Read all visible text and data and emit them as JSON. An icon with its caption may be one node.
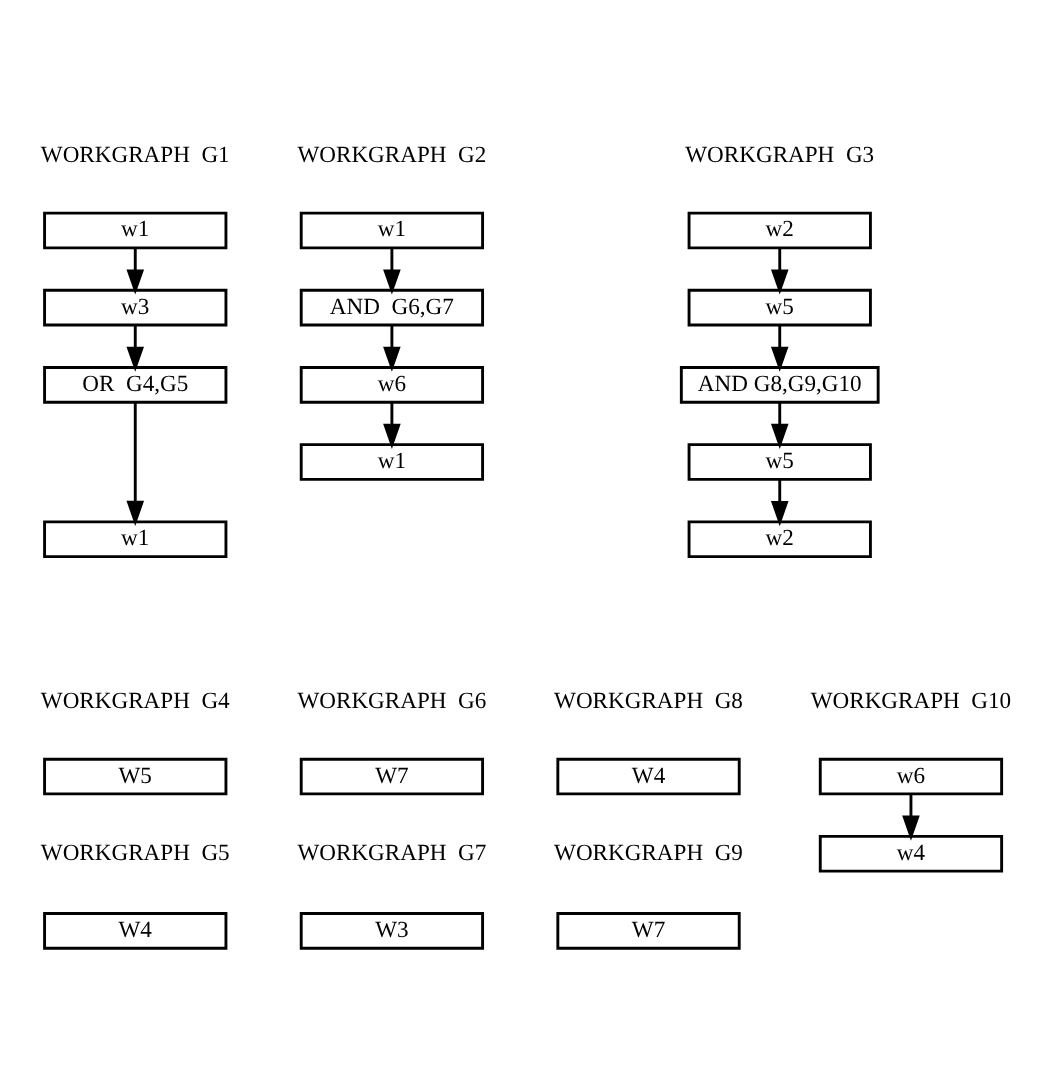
{
  "diagram": {
    "nodes": [
      {
        "text": [
          "w1"
        ]
      },
      {
        "text": [
          "w3"
        ]
      },
      {
        "text": [
          "OR  G4,G5"
        ]
      },
      {
        "text": [
          "w1"
        ]
      },
      {
        "text": [
          "w1"
        ]
      },
      {
        "text": [
          "AND  G6,G7"
        ]
      },
      {
        "text": [
          "w6"
        ]
      },
      {
        "text": [
          "w1"
        ]
      },
      {
        "text": [
          "w2"
        ]
      },
      {
        "text": [
          "w5"
        ]
      },
      {
        "text": [
          "AND G8,G9,G10"
        ]
      },
      {
        "text": [
          "w5"
        ]
      },
      {
        "text": [
          "w2"
        ]
      },
      {
        "text": [
          "W5"
        ]
      },
      {
        "text": [
          "W7"
        ]
      },
      {
        "text": [
          "W4"
        ]
      },
      {
        "text": [
          "w6"
        ]
      },
      {
        "text": [
          "w4"
        ]
      },
      {
        "text": [
          "W4"
        ]
      },
      {
        "text": [
          "W3"
        ]
      },
      {
        "text": [
          "W7"
        ]
      }
    ],
    "edges": [
      {
        "from": 0,
        "to": 1,
        "arrow": "to"
      },
      {
        "from": 1,
        "to": 2,
        "arrow": "to"
      },
      {
        "from": 2,
        "to": 3,
        "arrow": "to"
      },
      {
        "from": 4,
        "to": 5,
        "arrow": "to"
      },
      {
        "from": 5,
        "to": 6,
        "arrow": "to"
      },
      {
        "from": 6,
        "to": 7,
        "arrow": "to"
      },
      {
        "from": 8,
        "to": 9,
        "arrow": "to"
      },
      {
        "from": 9,
        "to": 10,
        "arrow": "to"
      },
      {
        "from": 10,
        "to": 11,
        "arrow": "to"
      },
      {
        "from": 11,
        "to": 12,
        "arrow": "to"
      },
      {
        "from": 16,
        "to": 17,
        "arrow": "to"
      }
    ],
    "labels": [
      "WORKGRAPH  G1",
      "WORKGRAPH  G2",
      "WORKGRAPH  G3",
      "WORKGRAPH  G4",
      "WORKGRAPH  G6",
      "WORKGRAPH  G8",
      "WORKGRAPH  G10",
      "WORKGRAPH  G5",
      "WORKGRAPH  G7",
      "WORKGRAPH  G9"
    ]
  }
}
